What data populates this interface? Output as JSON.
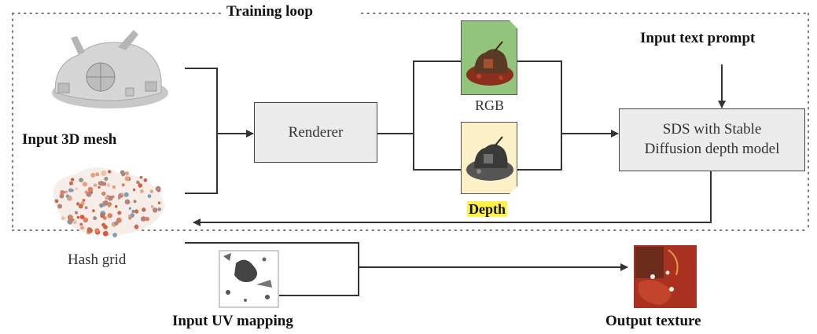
{
  "title": "Training loop",
  "labels": {
    "input_mesh": "Input 3D mesh",
    "hash_grid": "Hash grid",
    "renderer": "Renderer",
    "rgb": "RGB",
    "depth": "Depth",
    "text_prompt": "Input text prompt",
    "sds_line1": "SDS with Stable",
    "sds_line2": "Diffusion depth model",
    "uv_mapping": "Input UV mapping",
    "output_texture": "Output texture"
  },
  "colors": {
    "rgb_doc": "#93c47d",
    "depth_doc": "#fdf1c7",
    "depth_highlight": "#fff04a",
    "box_fill": "#ececec",
    "texture": "#a8321f"
  }
}
